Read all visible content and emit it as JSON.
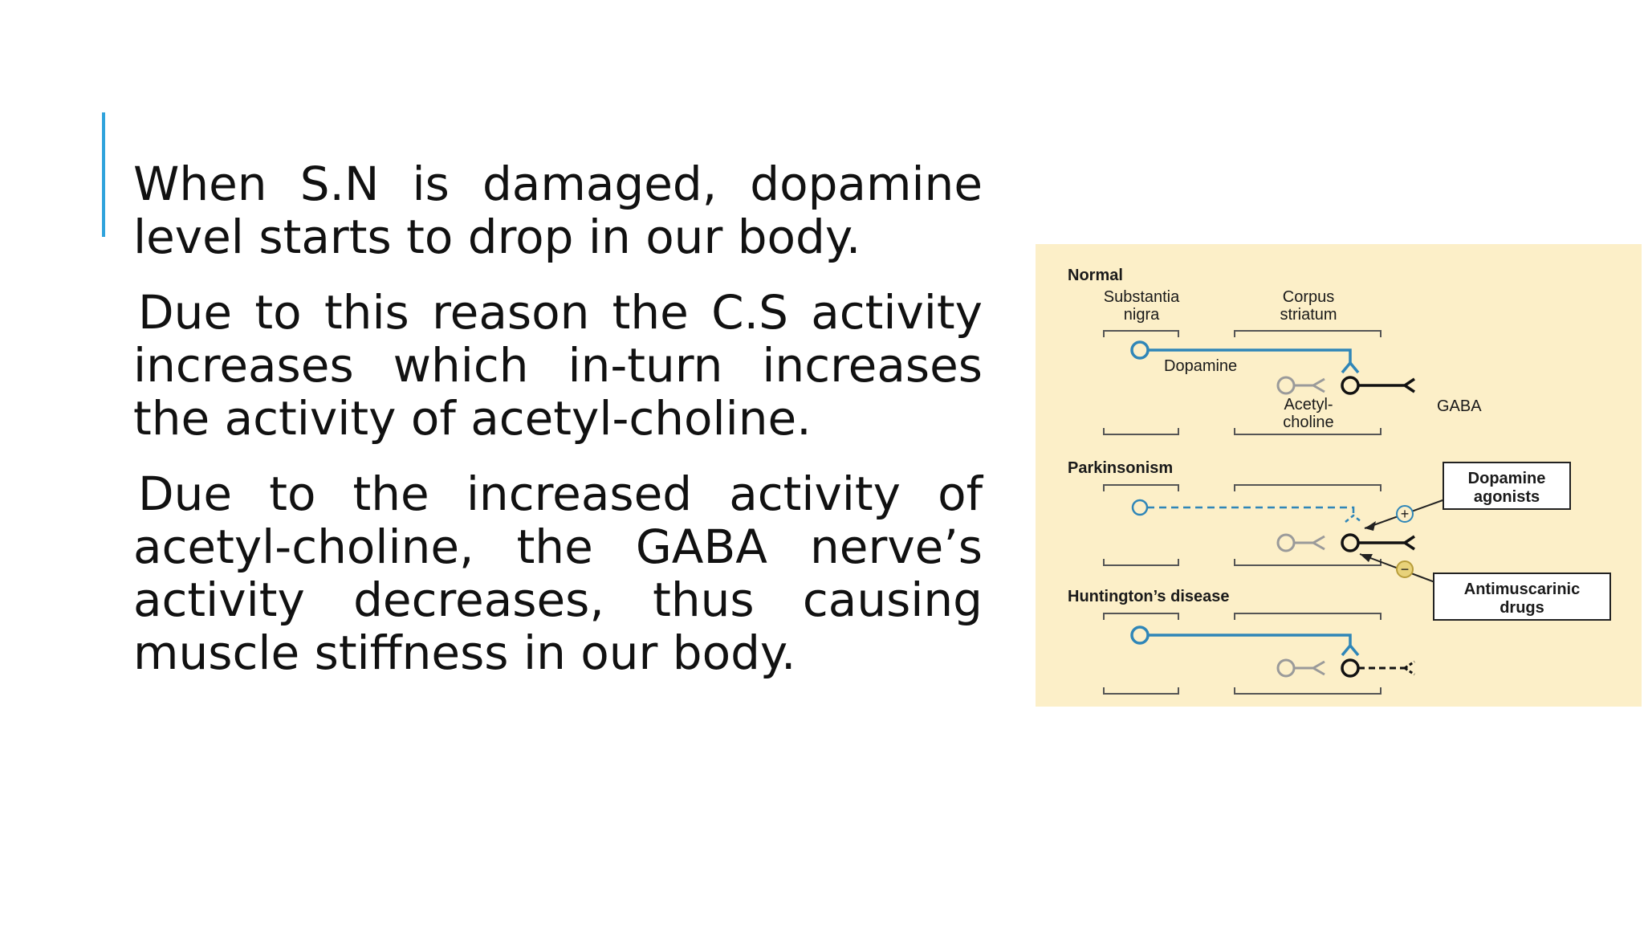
{
  "slide": {
    "paragraphs": [
      "When S.N is damaged, dopamine level starts to drop in our body.",
      "Due to this reason the C.S activity increases which in-turn increases the activity of acetyl-choline.",
      "Due to the increased activity of acetyl-choline, the GABA nerve’s activity decreases, thus causing muscle stiffness in our body."
    ]
  },
  "figure": {
    "sections": {
      "normal": "Normal",
      "parkinsonism": "Parkinsonism",
      "huntington": "Huntington’s disease"
    },
    "labels": {
      "substantia_line1": "Substantia",
      "substantia_line2": "nigra",
      "corpus_line1": "Corpus",
      "corpus_line2": "striatum",
      "dopamine": "Dopamine",
      "acetyl_line1": "Acetyl-",
      "acetyl_line2": "choline",
      "gaba": "GABA"
    },
    "boxes": {
      "dopamine_agonists_line1": "Dopamine",
      "dopamine_agonists_line2": "agonists",
      "antimuscarinic_line1": "Antimuscarinic",
      "antimuscarinic_line2": "drugs"
    },
    "signs": {
      "plus": "+",
      "minus": "−"
    },
    "colors": {
      "dopamine_path": "#2f86b8",
      "background": "#fcefc8",
      "minus_badge": "#e8d27a"
    }
  }
}
